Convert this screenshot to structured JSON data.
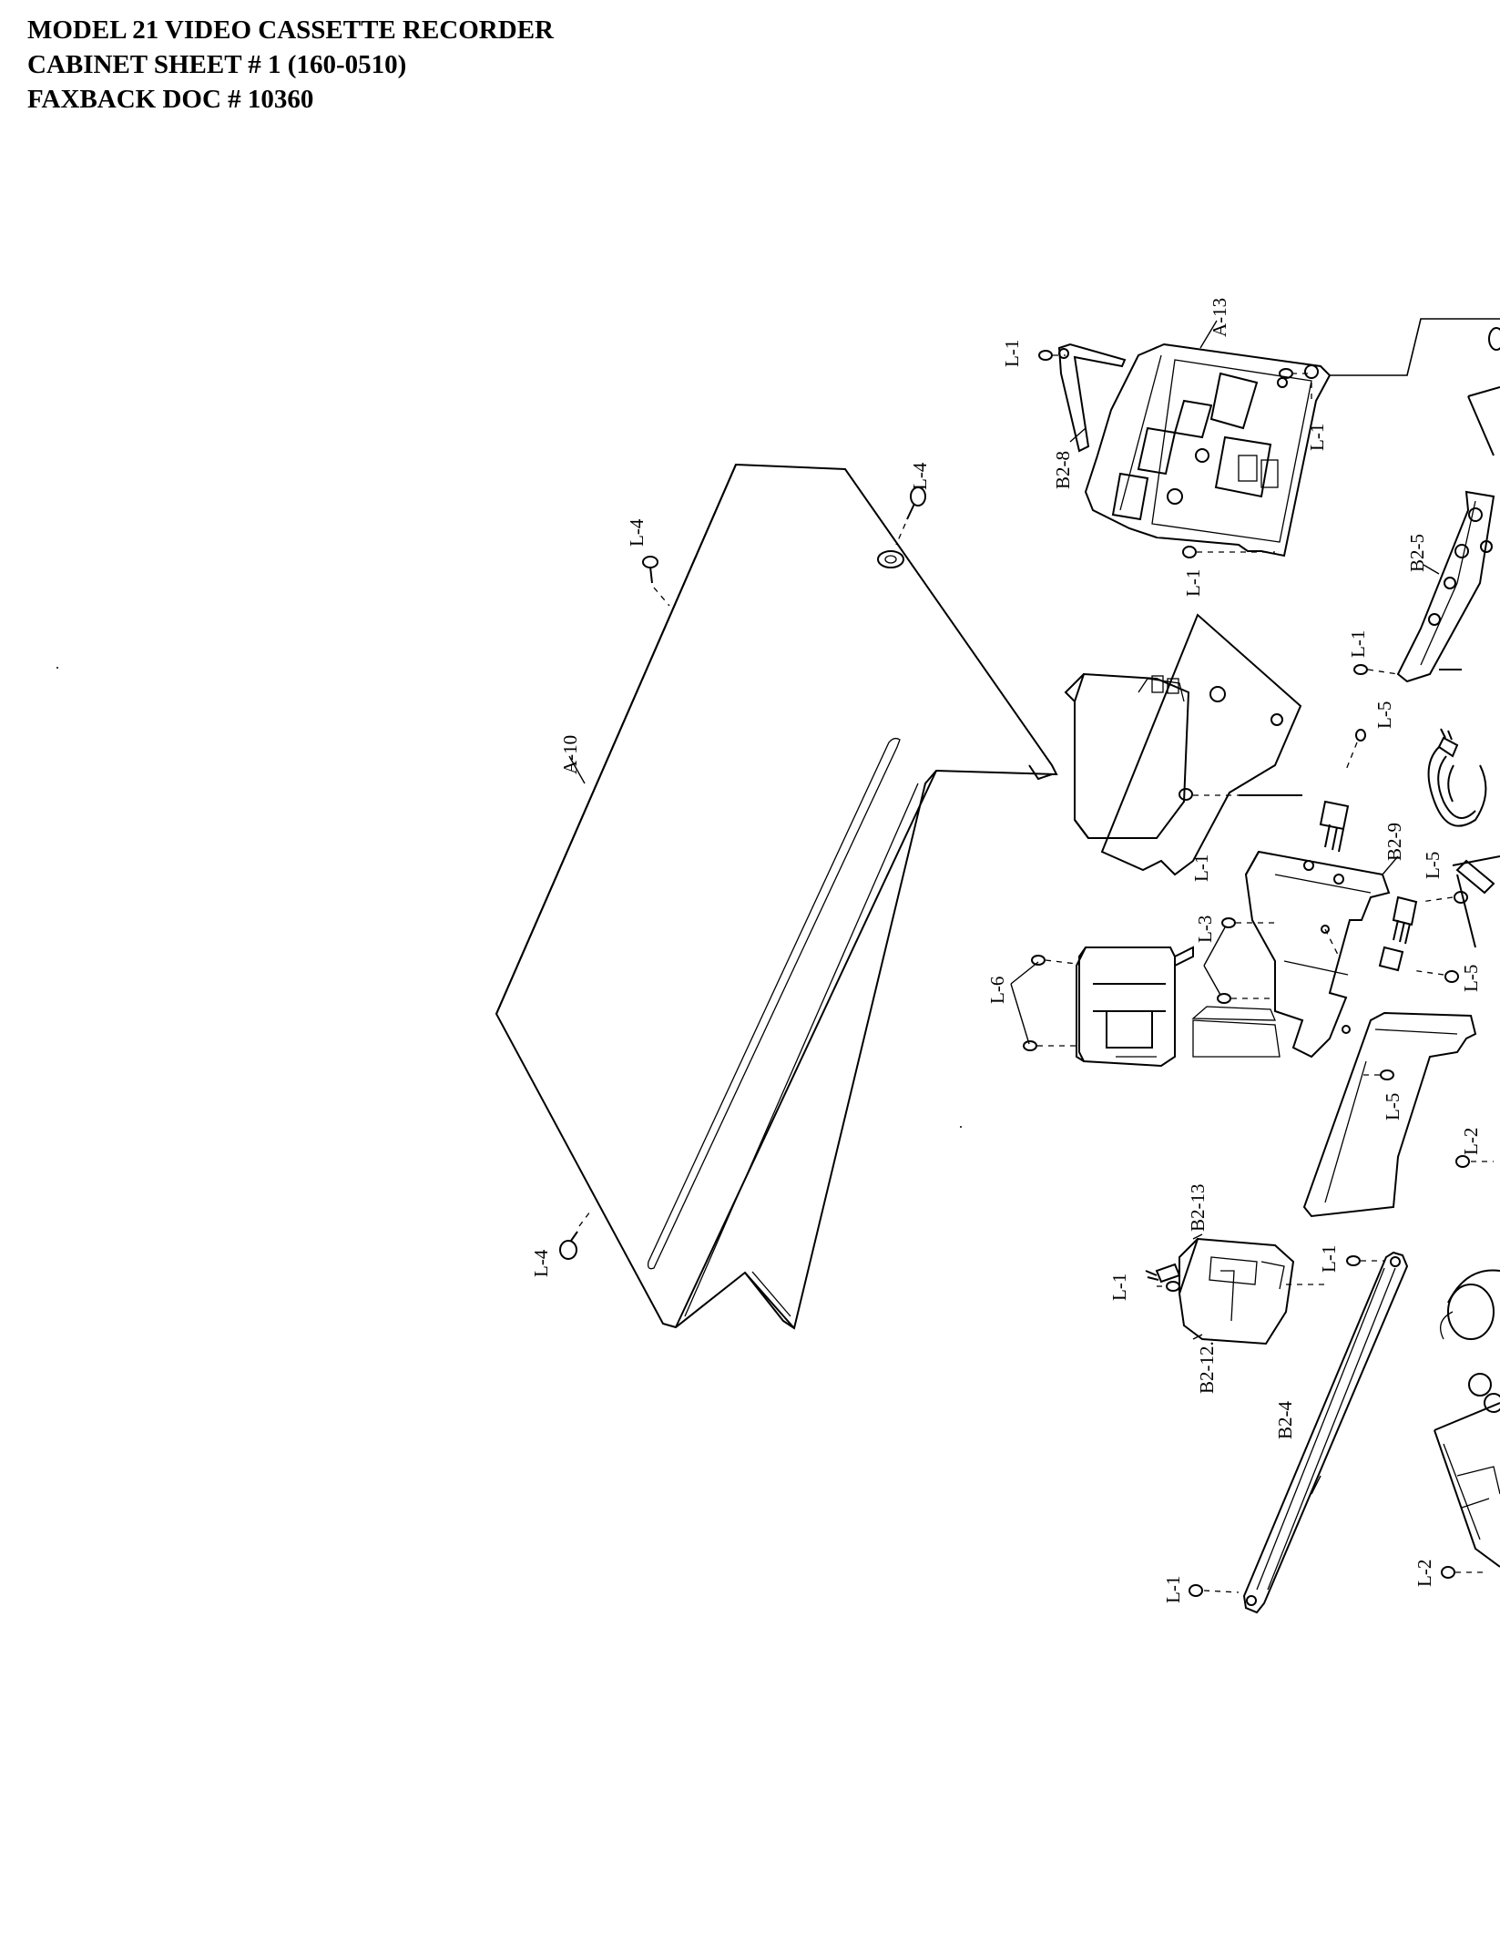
{
  "header": {
    "line1": "MODEL 21 VIDEO CASSETTE RECORDER",
    "line2": "CABINET SHEET # 1  (160-0510)",
    "line3": "FAXBACK DOC # 10360"
  },
  "labels": {
    "a10": "A-10",
    "a13": "A-13",
    "b2_8": "B2-8",
    "b2_5": "B2-5",
    "b2_9": "B2-9",
    "b2_13": "B2-13",
    "b2_12": "B2-12.",
    "b2_4": "B2-4",
    "l1": "L-1",
    "l2": "L-2",
    "l3": "L-3",
    "l4": "L-4",
    "l5": "L-5",
    "l6": "L-6"
  }
}
